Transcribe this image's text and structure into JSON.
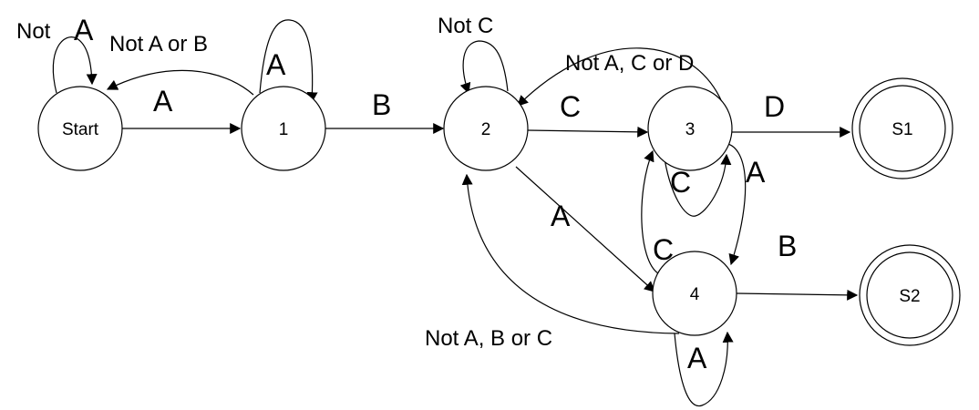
{
  "states": [
    {
      "id": "start",
      "label": "Start",
      "accepting": false
    },
    {
      "id": "s1_node",
      "label": "1",
      "accepting": false
    },
    {
      "id": "s2_node",
      "label": "2",
      "accepting": false
    },
    {
      "id": "s3_node",
      "label": "3",
      "accepting": false
    },
    {
      "id": "s4_node",
      "label": "4",
      "accepting": false
    },
    {
      "id": "acc1",
      "label": "S1",
      "accepting": true
    },
    {
      "id": "acc2",
      "label": "S2",
      "accepting": true
    }
  ],
  "transitions": [
    {
      "from": "Start",
      "to": "Start",
      "label_a": "Not",
      "label_b": "A"
    },
    {
      "from": "Start",
      "to": "1",
      "label": "A"
    },
    {
      "from": "1",
      "to": "1",
      "label": "A"
    },
    {
      "from": "1",
      "to": "Start",
      "label": "Not A or B"
    },
    {
      "from": "1",
      "to": "2",
      "label": "B"
    },
    {
      "from": "2",
      "to": "2",
      "label": "Not  C"
    },
    {
      "from": "2",
      "to": "3",
      "label": "C"
    },
    {
      "from": "2",
      "to": "4",
      "label": "A"
    },
    {
      "from": "3",
      "to": "2",
      "label": "Not A, C or D"
    },
    {
      "from": "3",
      "to": "3",
      "label": "C"
    },
    {
      "from": "3",
      "to": "S1",
      "label": "D"
    },
    {
      "from": "3",
      "to": "4",
      "label": "A"
    },
    {
      "from": "4",
      "to": "3",
      "label": "C"
    },
    {
      "from": "4",
      "to": "4",
      "label": "A"
    },
    {
      "from": "4",
      "to": "S2",
      "label": "B"
    },
    {
      "from": "4",
      "to": "2",
      "label": "Not A, B or C"
    }
  ]
}
